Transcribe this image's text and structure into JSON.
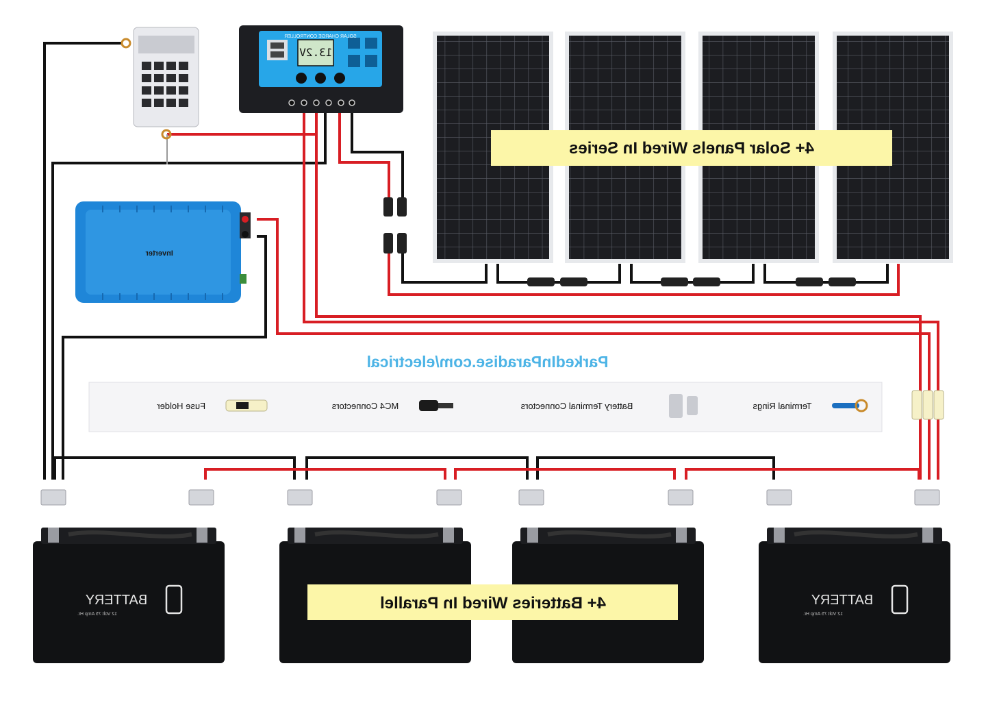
{
  "titles": {
    "panels": "4+ Solar Panels Wired In Series",
    "batteries": "4+ Batteries Wired In Parallel",
    "url": "ParkedInParadise.com/electrical"
  },
  "legend": {
    "items": [
      {
        "label": "Terminal Rings",
        "icon": "terminal-ring-icon"
      },
      {
        "label": "Battery Terminal Connectors",
        "icon": "battery-terminal-connector-icon"
      },
      {
        "label": "MC4 Connectors",
        "icon": "mc4-connector-icon"
      },
      {
        "label": "Fuse Holder",
        "icon": "fuse-holder-icon"
      }
    ]
  },
  "inverter": {
    "label": "Inverter"
  },
  "charge_controller": {
    "header": "SOLAR CHARGE CONTROLLER",
    "display": "13.2V"
  },
  "battery": {
    "brand": "BATTERY",
    "spec": "12 Volt 75 Amp Hr."
  },
  "colors": {
    "positive_wire": "#d81e24",
    "negative_wire": "#111111",
    "highlight": "#fcf6a8",
    "url_text": "#4db4e6",
    "inverter_body": "#1f86d8",
    "controller_screen": "#27a6e8"
  }
}
